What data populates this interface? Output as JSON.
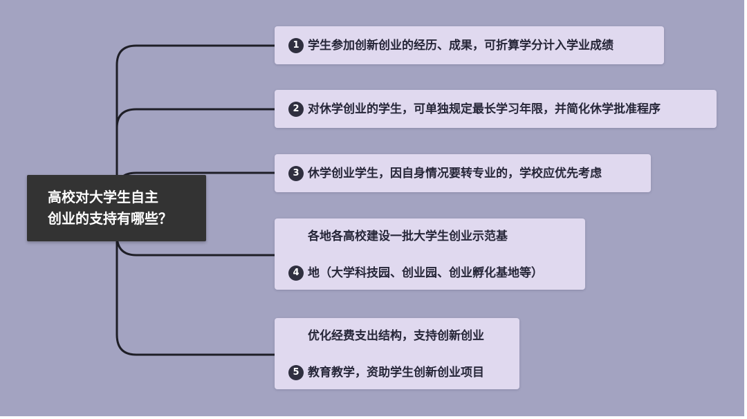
{
  "root": {
    "line1": "高校对大学生自主",
    "line2": "创业的支持有哪些？"
  },
  "items": [
    {
      "number": "1",
      "text": "学生参加创新创业的经历、成果，可折算学分计入学业成绩"
    },
    {
      "number": "2",
      "text": "对休学创业的学生，可单独规定最长学习年限，并简化休学批准程序"
    },
    {
      "number": "3",
      "text": "休学创业学生，因自身情况要转专业的，学校应优先考虑"
    },
    {
      "number": "4",
      "line1": "各地各高校建设一批大学生创业示范基",
      "line2": "地（大学科技园、创业园、创业孵化基地等）"
    },
    {
      "number": "5",
      "line1": "优化经费支出结构，支持创新创业",
      "line2": "教育教学，资助学生创新创业项目"
    }
  ],
  "colors": {
    "background": "#a3a3c1",
    "root_fill": "#333333",
    "node_fill": "#e0d9ef",
    "connector": "#1e1e26",
    "number_badge": "#2f2f3f"
  }
}
